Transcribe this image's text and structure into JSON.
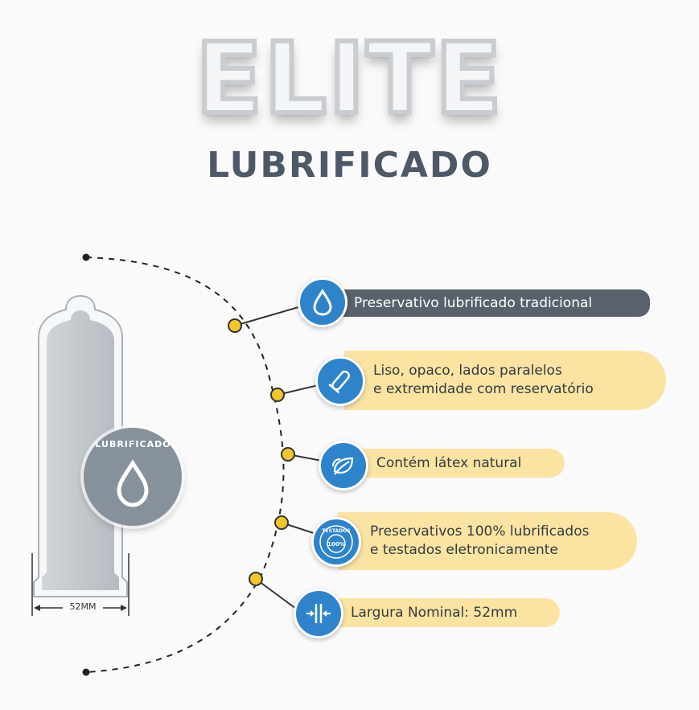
{
  "header": {
    "brand": "ELITE",
    "subtitle": "LUBRIFICADO"
  },
  "product": {
    "badge_label": "LUBRIFICADO",
    "width_label": "52MM"
  },
  "features": [
    {
      "text": "Preservativo lubrificado tradicional",
      "icon": "water-drop-icon"
    },
    {
      "line1": "Liso, opaco, lados paralelos",
      "line2": "e extremidade com reservatório",
      "icon": "condom-icon"
    },
    {
      "text": "Contém látex natural",
      "icon": "leaf-icon"
    },
    {
      "line1": "Preservativos 100% lubrificados",
      "line2": "e testados eletronicamente",
      "icon": "tested-seal-icon",
      "seal_top": "TESTADOS",
      "seal_center": "100%"
    },
    {
      "text": "Largura Nominal: 52mm",
      "icon": "width-arrows-icon"
    }
  ],
  "colors": {
    "accent_blue": "#2e84cb",
    "pill_yellow": "#fbe4a2",
    "pill_dark": "#59626c",
    "dot_yellow": "#f2c62a",
    "title_gray": "#4d5967"
  }
}
